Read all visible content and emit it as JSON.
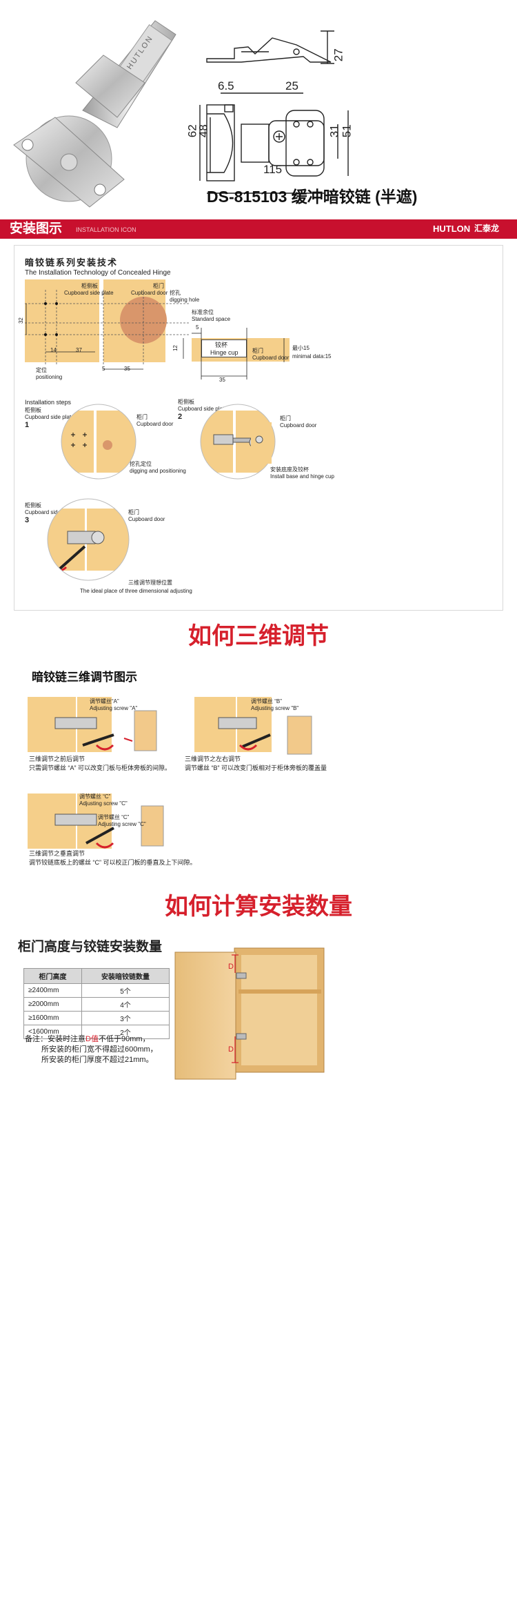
{
  "product": {
    "model_text": "DS-815103 缓冲暗铰链 (半遮)",
    "logo_text": "HUTLON",
    "dims": {
      "d27": "27",
      "d6_5": "6.5",
      "d25": "25",
      "d62": "62",
      "d48": "48",
      "d31": "31",
      "d51": "51",
      "d115": "115"
    }
  },
  "install_banner": {
    "title_cn": "安装图示",
    "title_en": "INSTALLATION ICON",
    "brand_en": "HUTLON",
    "brand_cn": "汇泰龙",
    "accent": "#c8102e"
  },
  "install_panel": {
    "heading_cn": "暗铰链系列安装技术",
    "heading_en": "The Installation Technology of Concealed Hinge",
    "side_plate_cn": "柜侧板",
    "side_plate_en": "Cupboard side plate",
    "door_cn": "柜门",
    "door_en": "Cupboard door",
    "digging_cn": "挖孔",
    "digging_en": "digging hole",
    "positioning_cn": "定位",
    "positioning_en": "positioning",
    "dim_32": "32",
    "dim_14": "14",
    "dim_37": "37",
    "dim_5a": "5",
    "dim_35a": "35",
    "std_space_cn": "标准余位",
    "std_space_en": "Standard space",
    "dim_5b": "5",
    "dim_12": "12",
    "cup_cn": "铰杯",
    "cup_en": "Hinge cup",
    "door2_cn": "柜门",
    "door2_en": "Cupboard door",
    "min_cn": "最小15",
    "min_en": "minimal data:15",
    "dim_35b": "35",
    "steps_label": "Installation steps",
    "step1_side_cn": "柜侧板",
    "step1_side_en": "Cupboard side plate",
    "step1_num": "1",
    "step1_door_cn": "柜门",
    "step1_door_en": "Cupboard door",
    "step1_dig_cn": "挖孔定位",
    "step1_dig_en": "digging and positioning",
    "step2_side_cn": "柜侧板",
    "step2_side_en": "Cupboard side plate",
    "step2_num": "2",
    "step2_door_cn": "柜门",
    "step2_door_en": "Cupboard door",
    "step2_note_cn": "安装底座及铰杯",
    "step2_note_en": "Install base and hinge cup",
    "step3_side_cn": "柜侧板",
    "step3_side_en": "Cupboard side plate",
    "step3_num": "3",
    "step3_door_cn": "柜门",
    "step3_door_en": "Cupboard door",
    "step3_note_cn": "三维调节理想位置",
    "step3_note_en": "The ideal place of three dimensional adjusting"
  },
  "adjust_section": {
    "title": "如何三维调节",
    "subtitle": "暗铰链三维调节图示",
    "a_label_cn": "调节螺丝“A”",
    "a_label_en": "Adjusting screw \"A\"",
    "a_title": "三维调节之前后调节",
    "a_desc": "只需调节螺丝 “A” 可以改变门板与柜体旁板的间隙。",
    "b_label_cn": "调节螺丝 “B”",
    "b_label_en": "Adjusting screw \"B\"",
    "b_title": "三维调节之左右调节",
    "b_desc": "调节螺丝 “B” 可以改变门板相对于柜体旁板的覆盖量",
    "c_label1_cn": "调节螺丝 “C”",
    "c_label1_en": "Adjusting screw \"C\"",
    "c_label2_cn": "调节螺丝 “C”",
    "c_label2_en": "Adjusting screw \"C\"",
    "c_title": "三维调节之垂直调节",
    "c_desc": "调节铰链底板上的螺丝 “C” 可以校正门板的垂直及上下间隙。"
  },
  "quantity_section": {
    "title": "如何计算安装数量",
    "subtitle": "柜门高度与铰链安装数量",
    "col1": "柜门高度",
    "col2": "安装暗铰链数量",
    "rows": [
      [
        "≥2400mm",
        "5个"
      ],
      [
        "≥2000mm",
        "4个"
      ],
      [
        "≥1600mm",
        "3个"
      ],
      [
        "<1600mm",
        "2个"
      ]
    ],
    "note_prefix": "备注：安装时注意",
    "note_d": "D值",
    "note_suffix": "不低于90mm，",
    "note_line2": "所安装的柜门宽不得超过600mm，",
    "note_line3": "所安装的柜门厚度不超过21mm。",
    "d_top": "D",
    "d_bottom": "D"
  }
}
